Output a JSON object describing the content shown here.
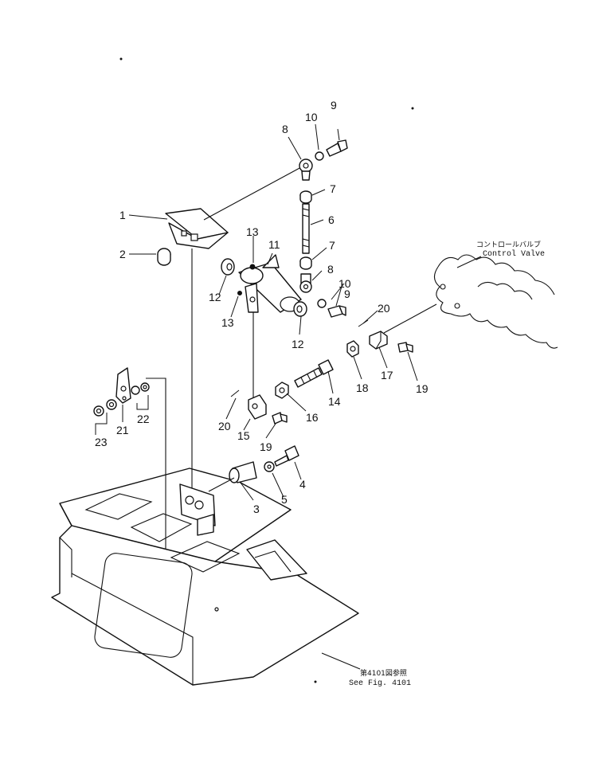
{
  "labels": {
    "l1": "1",
    "l2": "2",
    "l3": "3",
    "l4": "4",
    "l5": "5",
    "l6": "6",
    "l7a": "7",
    "l7b": "7",
    "l8a": "8",
    "l8b": "8",
    "l9a": "9",
    "l9b": "9",
    "l10a": "10",
    "l10b": "10",
    "l11": "11",
    "l12a": "12",
    "l12b": "12",
    "l13a": "13",
    "l13b": "13",
    "l14": "14",
    "l15": "15",
    "l16": "16",
    "l17": "17",
    "l18": "18",
    "l19a": "19",
    "l19b": "19",
    "l20a": "20",
    "l20b": "20",
    "l21": "21",
    "l22": "22",
    "l23": "23"
  },
  "notes": {
    "control_valve_jp": "コントロールバルブ",
    "control_valve_en": "Control Valve",
    "see_fig_jp": "第4101図参照",
    "see_fig_en": "See Fig. 4101"
  }
}
